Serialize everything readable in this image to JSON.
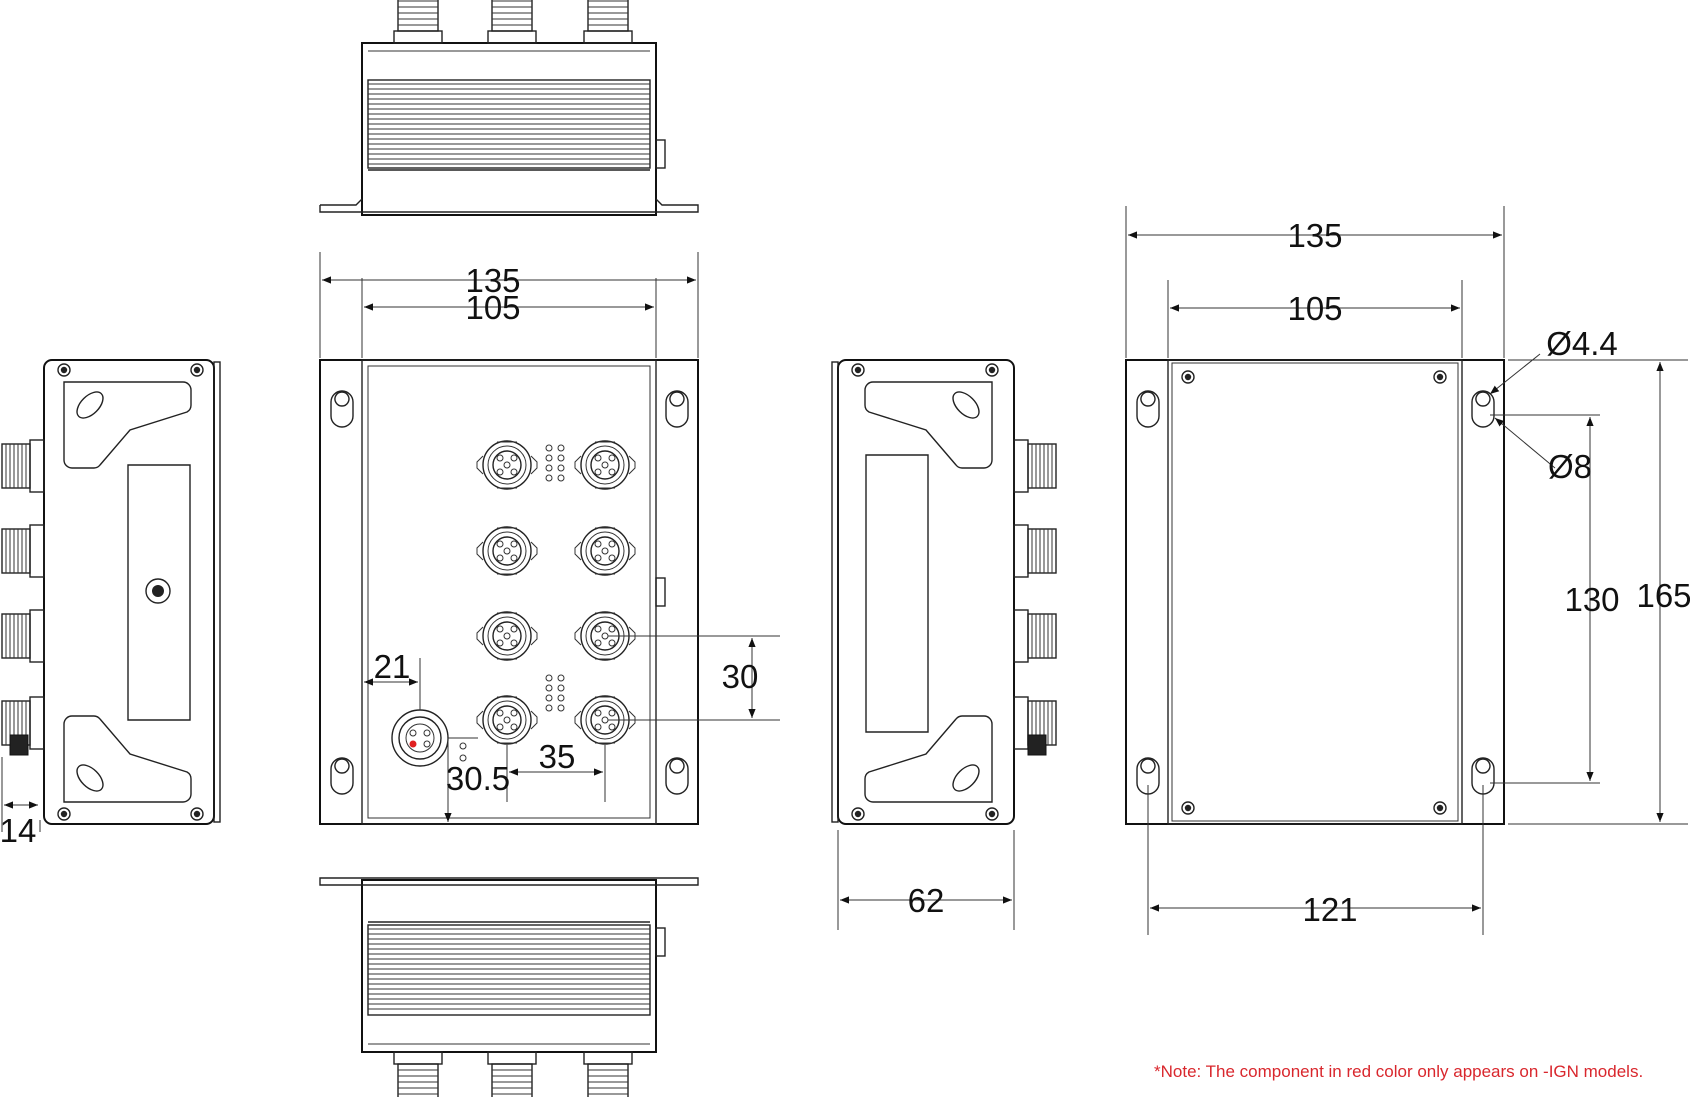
{
  "dimensions": {
    "front_width_outer": "135",
    "front_width_inner": "105",
    "front_port_pitch_v": "30",
    "front_port_pitch_h": "35",
    "front_power_offset_x": "21",
    "front_power_offset_y": "30.5",
    "left_side_depth": "14",
    "right_side_depth": "62",
    "back_width_outer": "135",
    "back_width_inner": "105",
    "back_hole_small": "Ø4.4",
    "back_hole_large": "Ø8",
    "back_hole_pitch_v": "130",
    "back_height": "165",
    "back_hole_pitch_h": "121"
  },
  "note": "*Note: The component in red color only appears on -IGN models.",
  "colors": {
    "line": "#222222",
    "note": "#d9272d",
    "highlight": "#e02020"
  }
}
